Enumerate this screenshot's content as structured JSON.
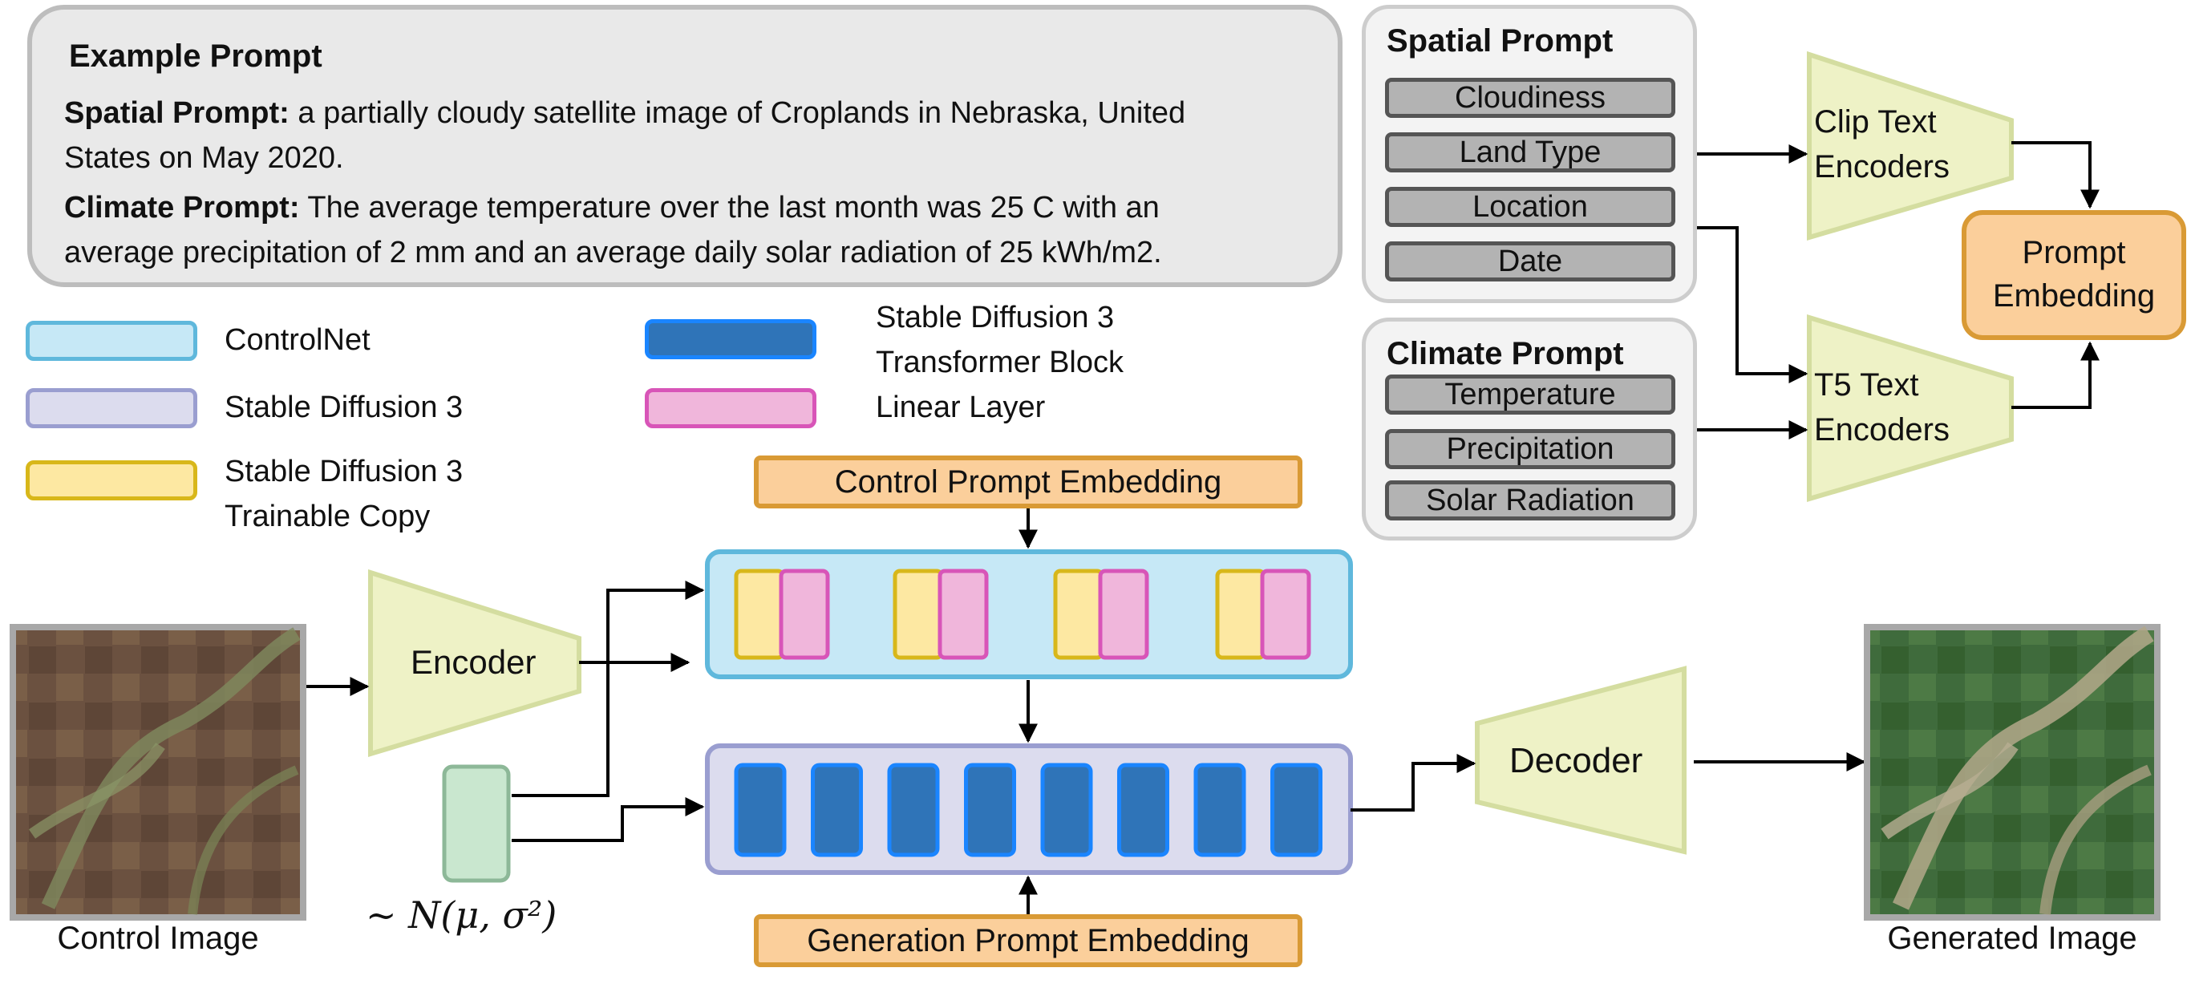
{
  "example": {
    "title": "Example Prompt",
    "spatial_label": "Spatial Prompt:",
    "spatial_text_1": "a partially cloudy satellite image of Croplands in Nebraska, United",
    "spatial_text_2": "States on May 2020.",
    "climate_label": "Climate Prompt:",
    "climate_text_1": "The average temperature over the last month was 25 C with an",
    "climate_text_2": "average precipitation of 2 mm and an average daily solar radiation of 25 kWh/m2."
  },
  "spatial_prompt": {
    "title": "Spatial Prompt",
    "items": [
      "Cloudiness",
      "Land Type",
      "Location",
      "Date"
    ]
  },
  "climate_prompt": {
    "title": "Climate Prompt",
    "items": [
      "Temperature",
      "Precipitation",
      "Solar Radiation"
    ]
  },
  "encoders": {
    "clip_1": "Clip Text",
    "clip_2": "Encoders",
    "t5_1": "T5 Text",
    "t5_2": "Encoders",
    "prompt_embedding_1": "Prompt",
    "prompt_embedding_2": "Embedding"
  },
  "legend": {
    "controlnet": "ControlNet",
    "sd3": "Stable Diffusion 3",
    "sd3_copy_1": "Stable Diffusion 3",
    "sd3_copy_2": "Trainable Copy",
    "transformer_1": "Stable Diffusion 3",
    "transformer_2": "Transformer Block",
    "linear": "Linear Layer"
  },
  "pipeline": {
    "control_prompt_embedding": "Control Prompt Embedding",
    "generation_prompt_embedding": "Generation Prompt Embedding",
    "encoder": "Encoder",
    "decoder": "Decoder",
    "noise_label": "~ N(μ, σ²)",
    "control_image_caption": "Control Image",
    "generated_image_caption": "Generated Image"
  },
  "colors": {
    "controlnet_fill": "#c6e8f6",
    "controlnet_border": "#5fb8dc",
    "sd3_fill": "#dcdcee",
    "sd3_border": "#9a9ed0",
    "trainable_fill": "#fde8a2",
    "trainable_border": "#d8b71a",
    "transformer_fill": "#2f74b8",
    "transformer_border": "#1a85ff",
    "linear_fill": "#f0b6db",
    "linear_border": "#d855b8",
    "encoder_fill": "#eef2c6",
    "encoder_border": "#d4dda0",
    "embedding_fill": "#fbcf9b",
    "embedding_border": "#d99a35",
    "noise_fill": "#c9e7cf",
    "noise_border": "#8db898"
  }
}
